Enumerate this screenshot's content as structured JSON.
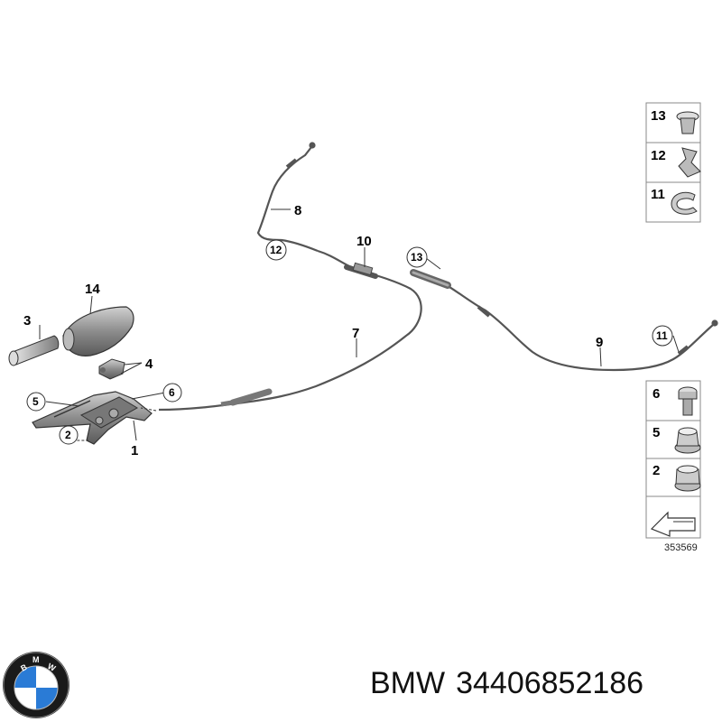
{
  "diagram": {
    "callouts": {
      "c1": "1",
      "c2": "2",
      "c3": "3",
      "c4": "4",
      "c5": "5",
      "c6": "6",
      "c7": "7",
      "c8": "8",
      "c9": "9",
      "c10": "10",
      "c11": "11",
      "c12": "12",
      "c13": "13",
      "c14": "14"
    },
    "legend_top": [
      "13",
      "12",
      "11"
    ],
    "legend_bottom": [
      "6",
      "5",
      "2"
    ],
    "doc_number": "353569"
  },
  "logo": {
    "text": "BMW"
  },
  "caption": {
    "brand": "BMW",
    "part_number": "34406852186"
  },
  "colors": {
    "line": "#333333",
    "cable": "#555555",
    "part_fill": "#9a9a9a",
    "box_border": "#888888"
  }
}
